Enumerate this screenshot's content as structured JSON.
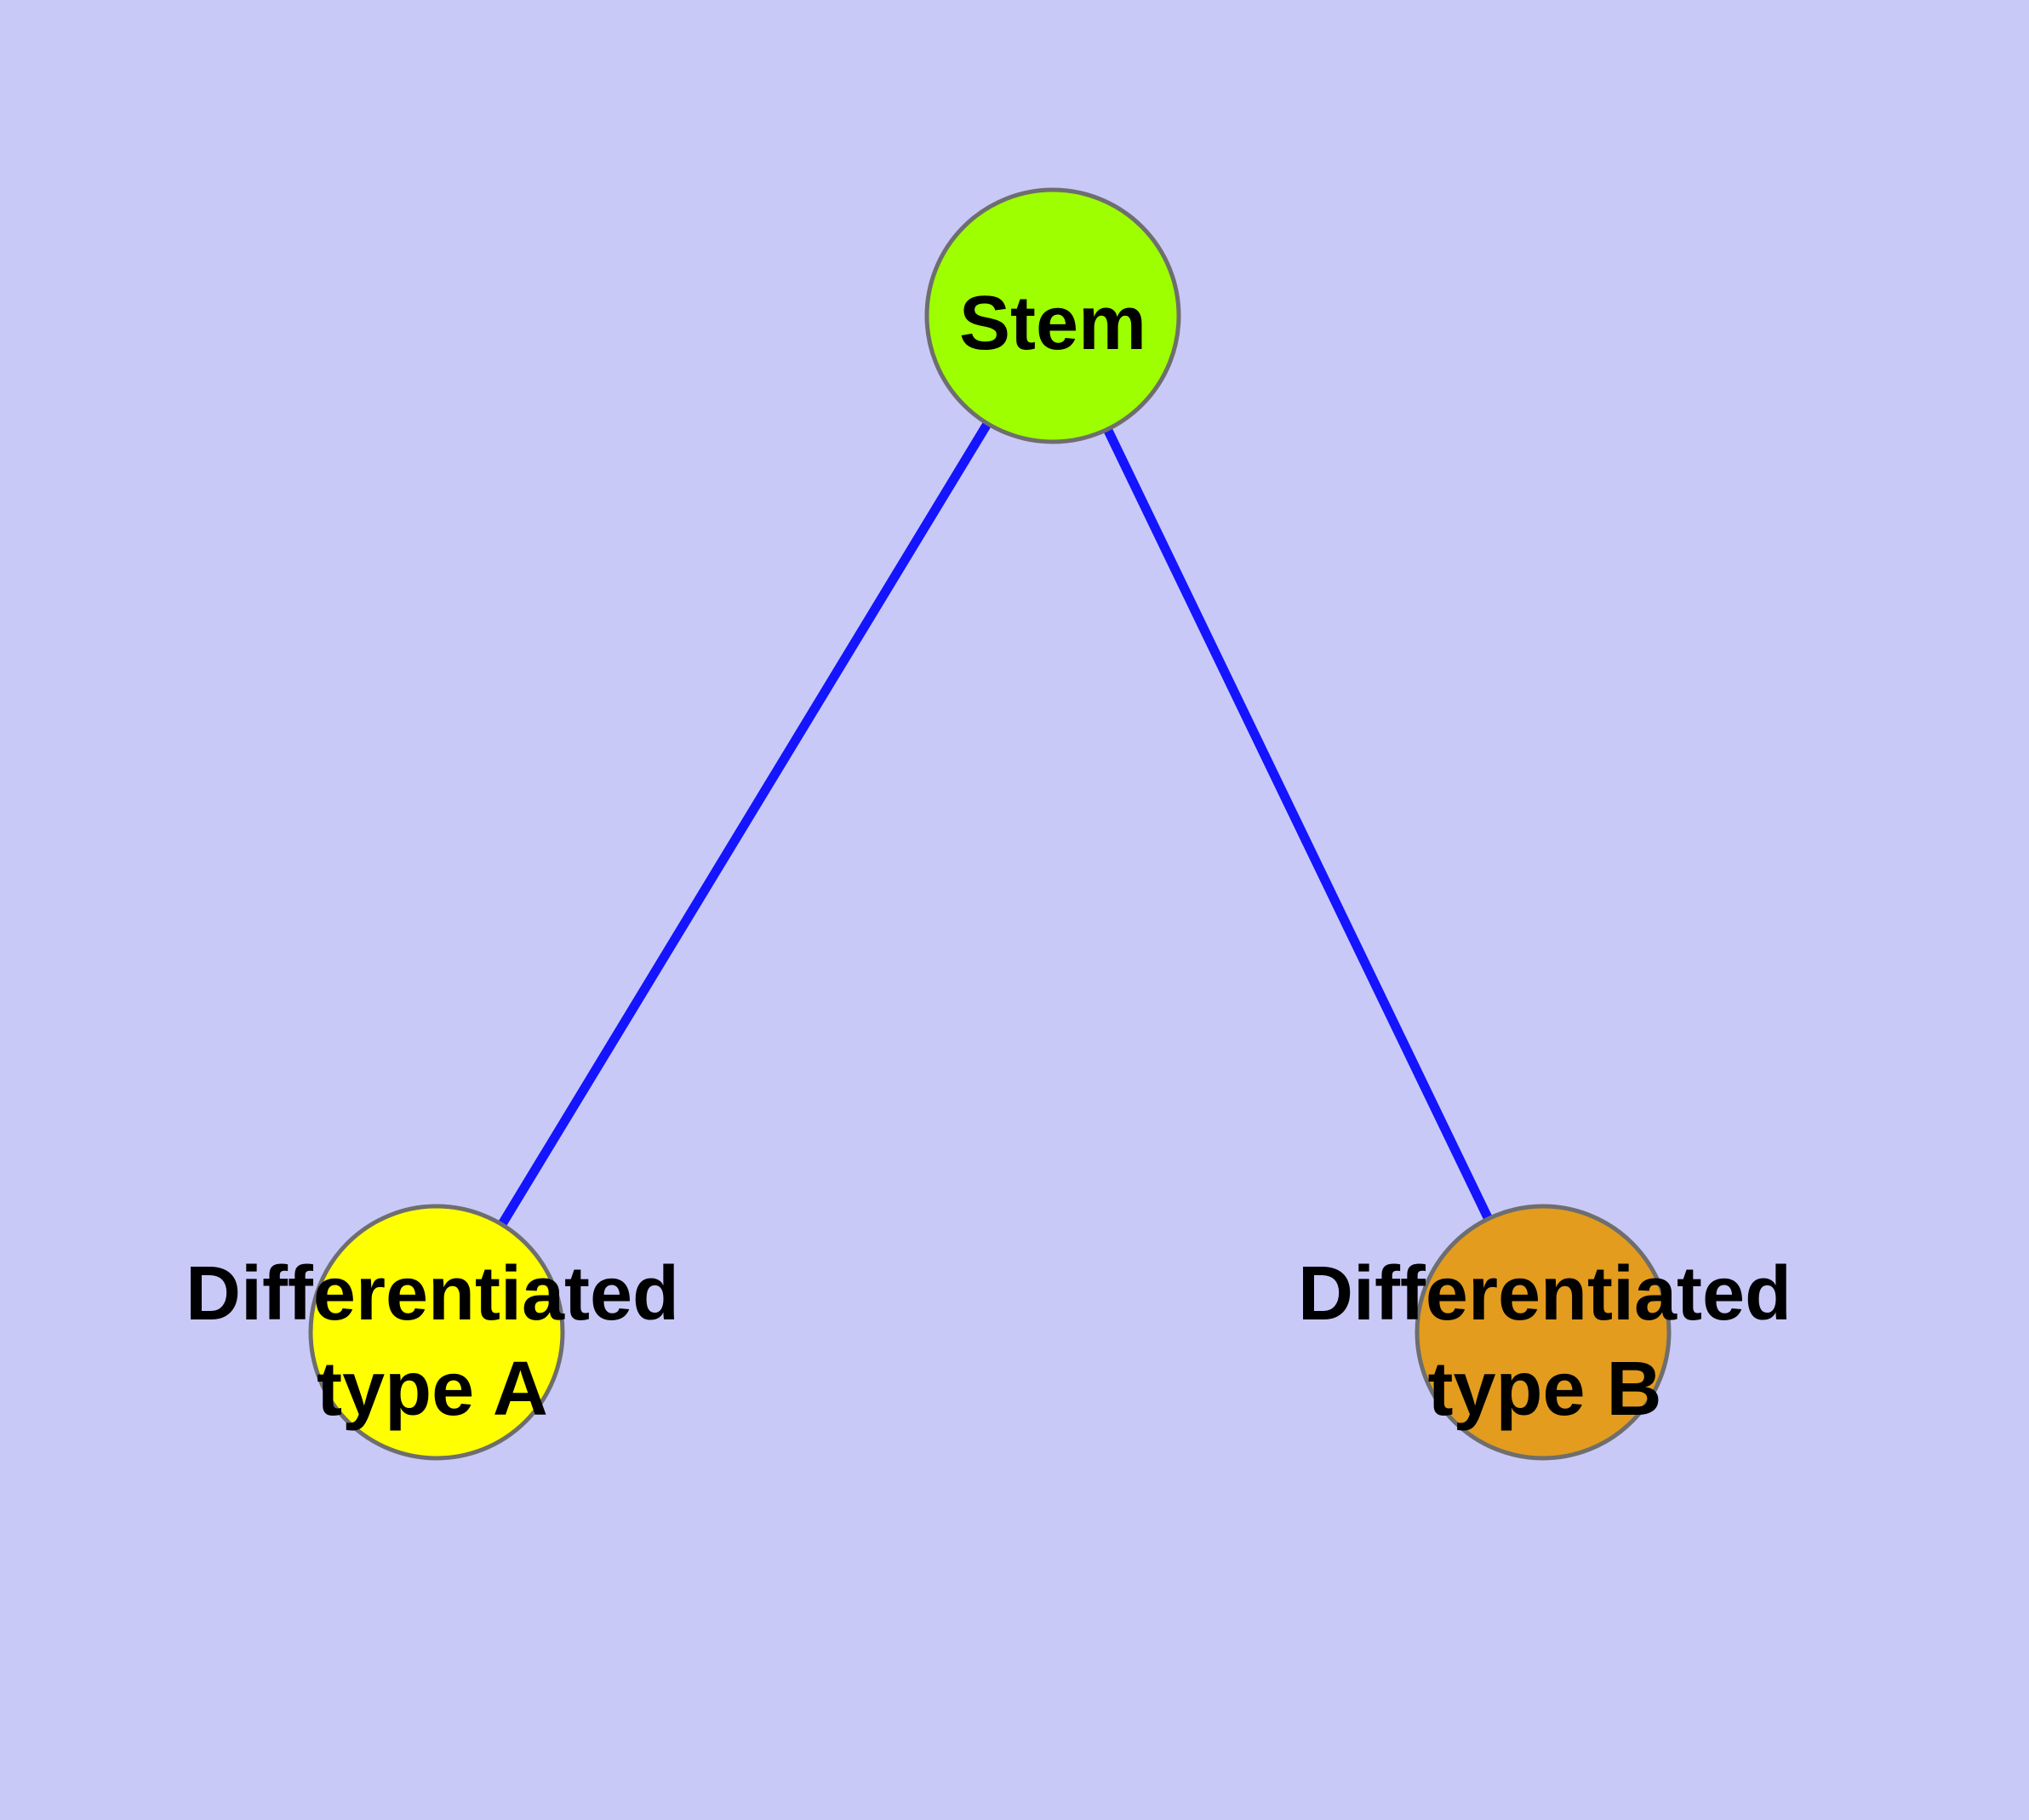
{
  "diagram": {
    "type": "graph",
    "background_color": "#c9c9f8",
    "edge_color": "#1414ff",
    "node_border_color": "#6e6e6e",
    "text_color": "#000000",
    "nodes": [
      {
        "id": "stem",
        "label": "Stem",
        "fill": "#9dff00"
      },
      {
        "id": "differentiated-type-a",
        "label": "Differentiated type A",
        "label_line1": "Differentiated",
        "label_line2": "type A",
        "fill": "#ffff00"
      },
      {
        "id": "differentiated-type-b",
        "label": "Differentiated type B",
        "label_line1": "Differentiated",
        "label_line2": "type B",
        "fill": "#e39c1e"
      }
    ],
    "edges": [
      {
        "from": "stem",
        "to": "differentiated-type-a"
      },
      {
        "from": "stem",
        "to": "differentiated-type-b"
      }
    ]
  }
}
